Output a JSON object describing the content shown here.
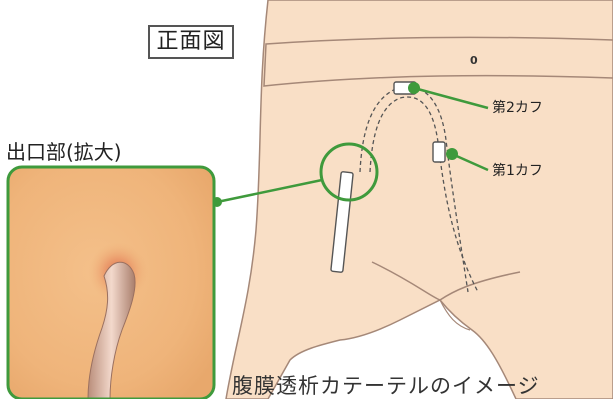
{
  "view_title": "正面図",
  "waist_mark": "0",
  "exit_site_title": "出口部(拡大)",
  "cuffs": {
    "second": "第2カフ",
    "first": "第1カフ"
  },
  "caption": "腹膜透析カテーテルのイメージ",
  "colors": {
    "skin": "#f8dcc2",
    "skin_outline": "#a08070",
    "callout_green": "#3f9a3c",
    "catheter_outline": "#555555",
    "magnified_skin": "#f2b87c"
  }
}
